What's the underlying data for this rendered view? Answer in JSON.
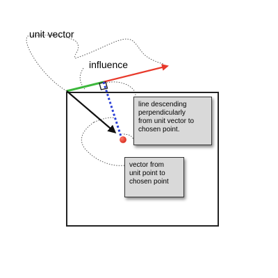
{
  "labels": {
    "unit_vector": "unit vector",
    "influence": "influence"
  },
  "notes": {
    "perpendicular": [
      "line descending",
      "perpendicularly",
      "from unit vector to",
      "chosen point."
    ],
    "vector_from_unit_point": [
      "vector from",
      "unit point to",
      "chosen point"
    ]
  },
  "colors": {
    "unit_vector_arrow": "#e8392b",
    "influence_segment": "#3cb83c",
    "perpendicular_line": "#2a3fd6",
    "chosen_point": "#e8392b",
    "vector_arrow": "#111111",
    "callout_fill": "#d9d9d9",
    "frame": "#222222"
  }
}
